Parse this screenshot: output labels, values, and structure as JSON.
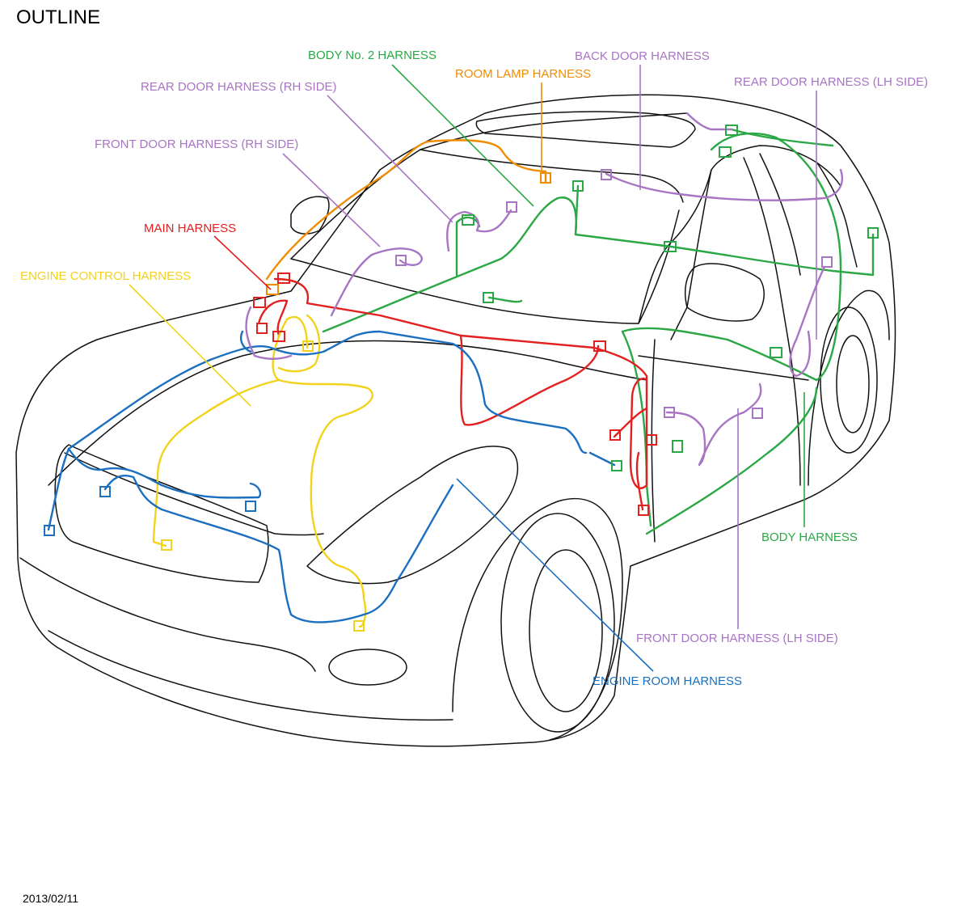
{
  "header": {
    "title": "OUTLINE"
  },
  "footer": {
    "date": "2013/02/11"
  },
  "colors": {
    "body_no2": "#2aa845",
    "room_lamp": "#f08c00",
    "door": "#a874c4",
    "main": "#e32020",
    "engine_control": "#f2d21b",
    "engine_room": "#1b6fc0",
    "body": "#2aa845"
  },
  "labels": {
    "body_no2_harness": "BODY No. 2 HARNESS",
    "room_lamp_harness": "ROOM LAMP HARNESS",
    "back_door_harness": "BACK DOOR HARNESS",
    "rear_door_harness_rh": "REAR DOOR HARNESS (RH SIDE)",
    "rear_door_harness_lh": "REAR DOOR HARNESS (LH SIDE)",
    "front_door_harness_rh": "FRONT DOOR HARNESS (RH SIDE)",
    "main_harness": "MAIN HARNESS",
    "engine_control_harness": "ENGINE CONTROL HARNESS",
    "body_harness": "BODY HARNESS",
    "front_door_harness_lh": "FRONT DOOR HARNESS (LH SIDE)",
    "engine_room_harness": "ENGINE ROOM HARNESS"
  }
}
